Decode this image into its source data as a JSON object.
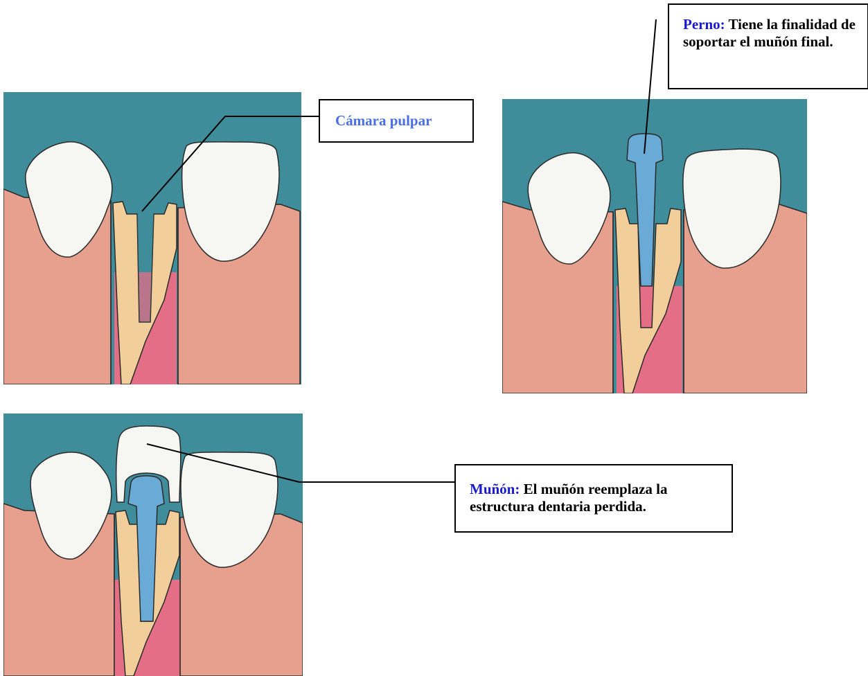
{
  "colors": {
    "background": "#3f8c9a",
    "gum": "#e8a08e",
    "gum_deep": "#e36e86",
    "crown": "#f6f6f2",
    "dentin": "#f2cf9a",
    "post": "#6aaad6",
    "outline": "#2a2a2a",
    "label_blue_light": "#4a6ee8",
    "label_blue_dark": "#1a1ad0"
  },
  "callouts": {
    "camara": {
      "title": "Cámara pulpar"
    },
    "perno": {
      "title": "Perno:",
      "text": "Tiene la finalidad de soportar el muñón final."
    },
    "munon": {
      "title": "Muñón:",
      "text": "El muñón reemplaza la estructura dentaria perdida."
    }
  }
}
